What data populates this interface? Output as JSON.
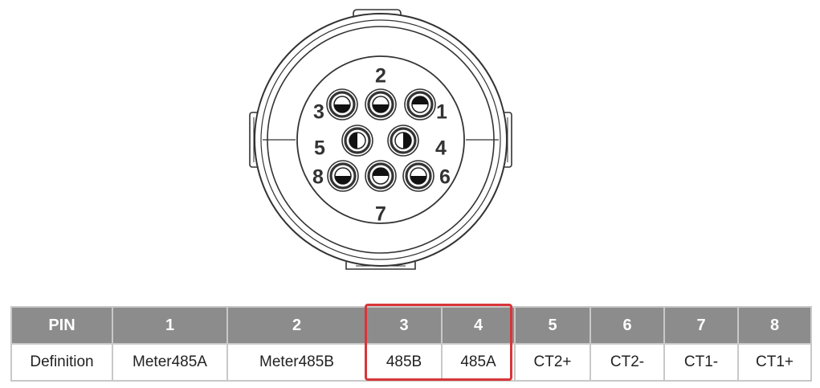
{
  "connector": {
    "pins": [
      {
        "label": "1",
        "fill": "top"
      },
      {
        "label": "2",
        "fill": "bottom"
      },
      {
        "label": "3",
        "fill": "bottom"
      },
      {
        "label": "4",
        "fill": "right"
      },
      {
        "label": "5",
        "fill": "left"
      },
      {
        "label": "6",
        "fill": "bottom"
      },
      {
        "label": "7",
        "fill": "top"
      },
      {
        "label": "8",
        "fill": "bottom"
      }
    ]
  },
  "table": {
    "header_label": "PIN",
    "row_label": "Definition",
    "columns": [
      {
        "pin": "1",
        "definition": "Meter485A"
      },
      {
        "pin": "2",
        "definition": "Meter485B"
      },
      {
        "pin": "3",
        "definition": "485B"
      },
      {
        "pin": "4",
        "definition": "485A"
      },
      {
        "pin": "5",
        "definition": "CT2+"
      },
      {
        "pin": "6",
        "definition": "CT2-"
      },
      {
        "pin": "7",
        "definition": "CT1-"
      },
      {
        "pin": "8",
        "definition": "CT1+"
      }
    ],
    "highlight_color": "#d9353a",
    "header_color": "#8c8c8c"
  }
}
